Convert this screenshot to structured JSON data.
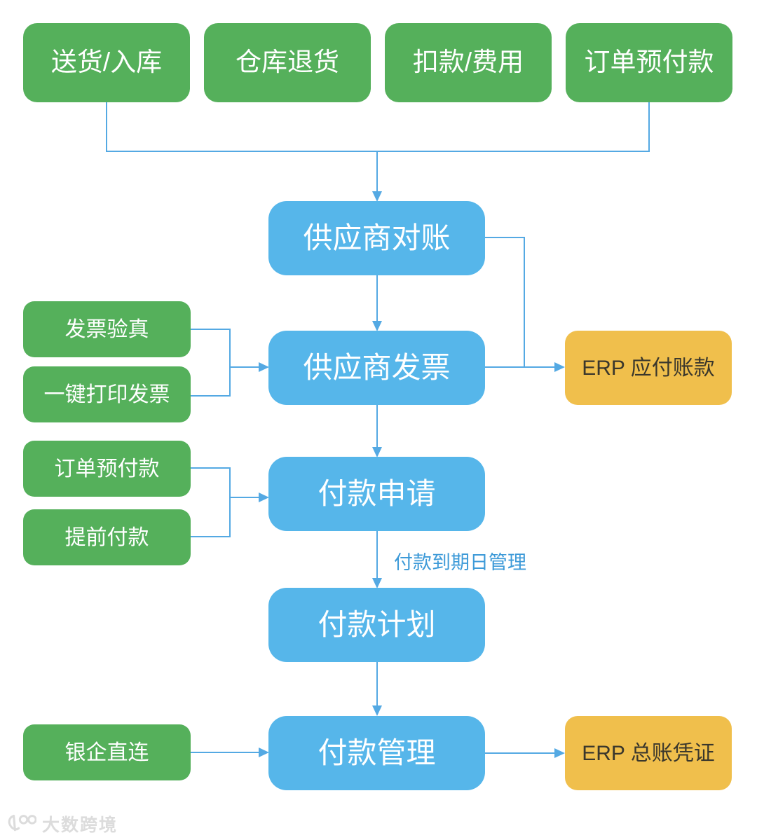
{
  "top_row": [
    {
      "label": "送货/入库"
    },
    {
      "label": "仓库退货"
    },
    {
      "label": "扣款/费用"
    },
    {
      "label": "订单预付款"
    }
  ],
  "main_flow": [
    {
      "label": "供应商对账"
    },
    {
      "label": "供应商发票"
    },
    {
      "label": "付款申请"
    },
    {
      "label": "付款计划"
    },
    {
      "label": "付款管理"
    }
  ],
  "side_inputs": [
    {
      "label": "发票验真"
    },
    {
      "label": "一键打印发票"
    },
    {
      "label": "订单预付款"
    },
    {
      "label": "提前付款"
    },
    {
      "label": "银企直连"
    }
  ],
  "erp_outputs": [
    {
      "label": "ERP 应付账款"
    },
    {
      "label": "ERP 总账凭证"
    }
  ],
  "edge_label": "付款到期日管理",
  "watermark": {
    "text": "大数跨境"
  },
  "colors": {
    "green_box": "#55b05b",
    "blue_box": "#56b6ea",
    "orange_box": "#f0bf4c",
    "connector": "#54a9e3",
    "edge_label_text": "#3d9ad8",
    "orange_box_text": "#3a372c",
    "box_text": "#ffffff",
    "watermark_text": "#dcdcdc"
  }
}
